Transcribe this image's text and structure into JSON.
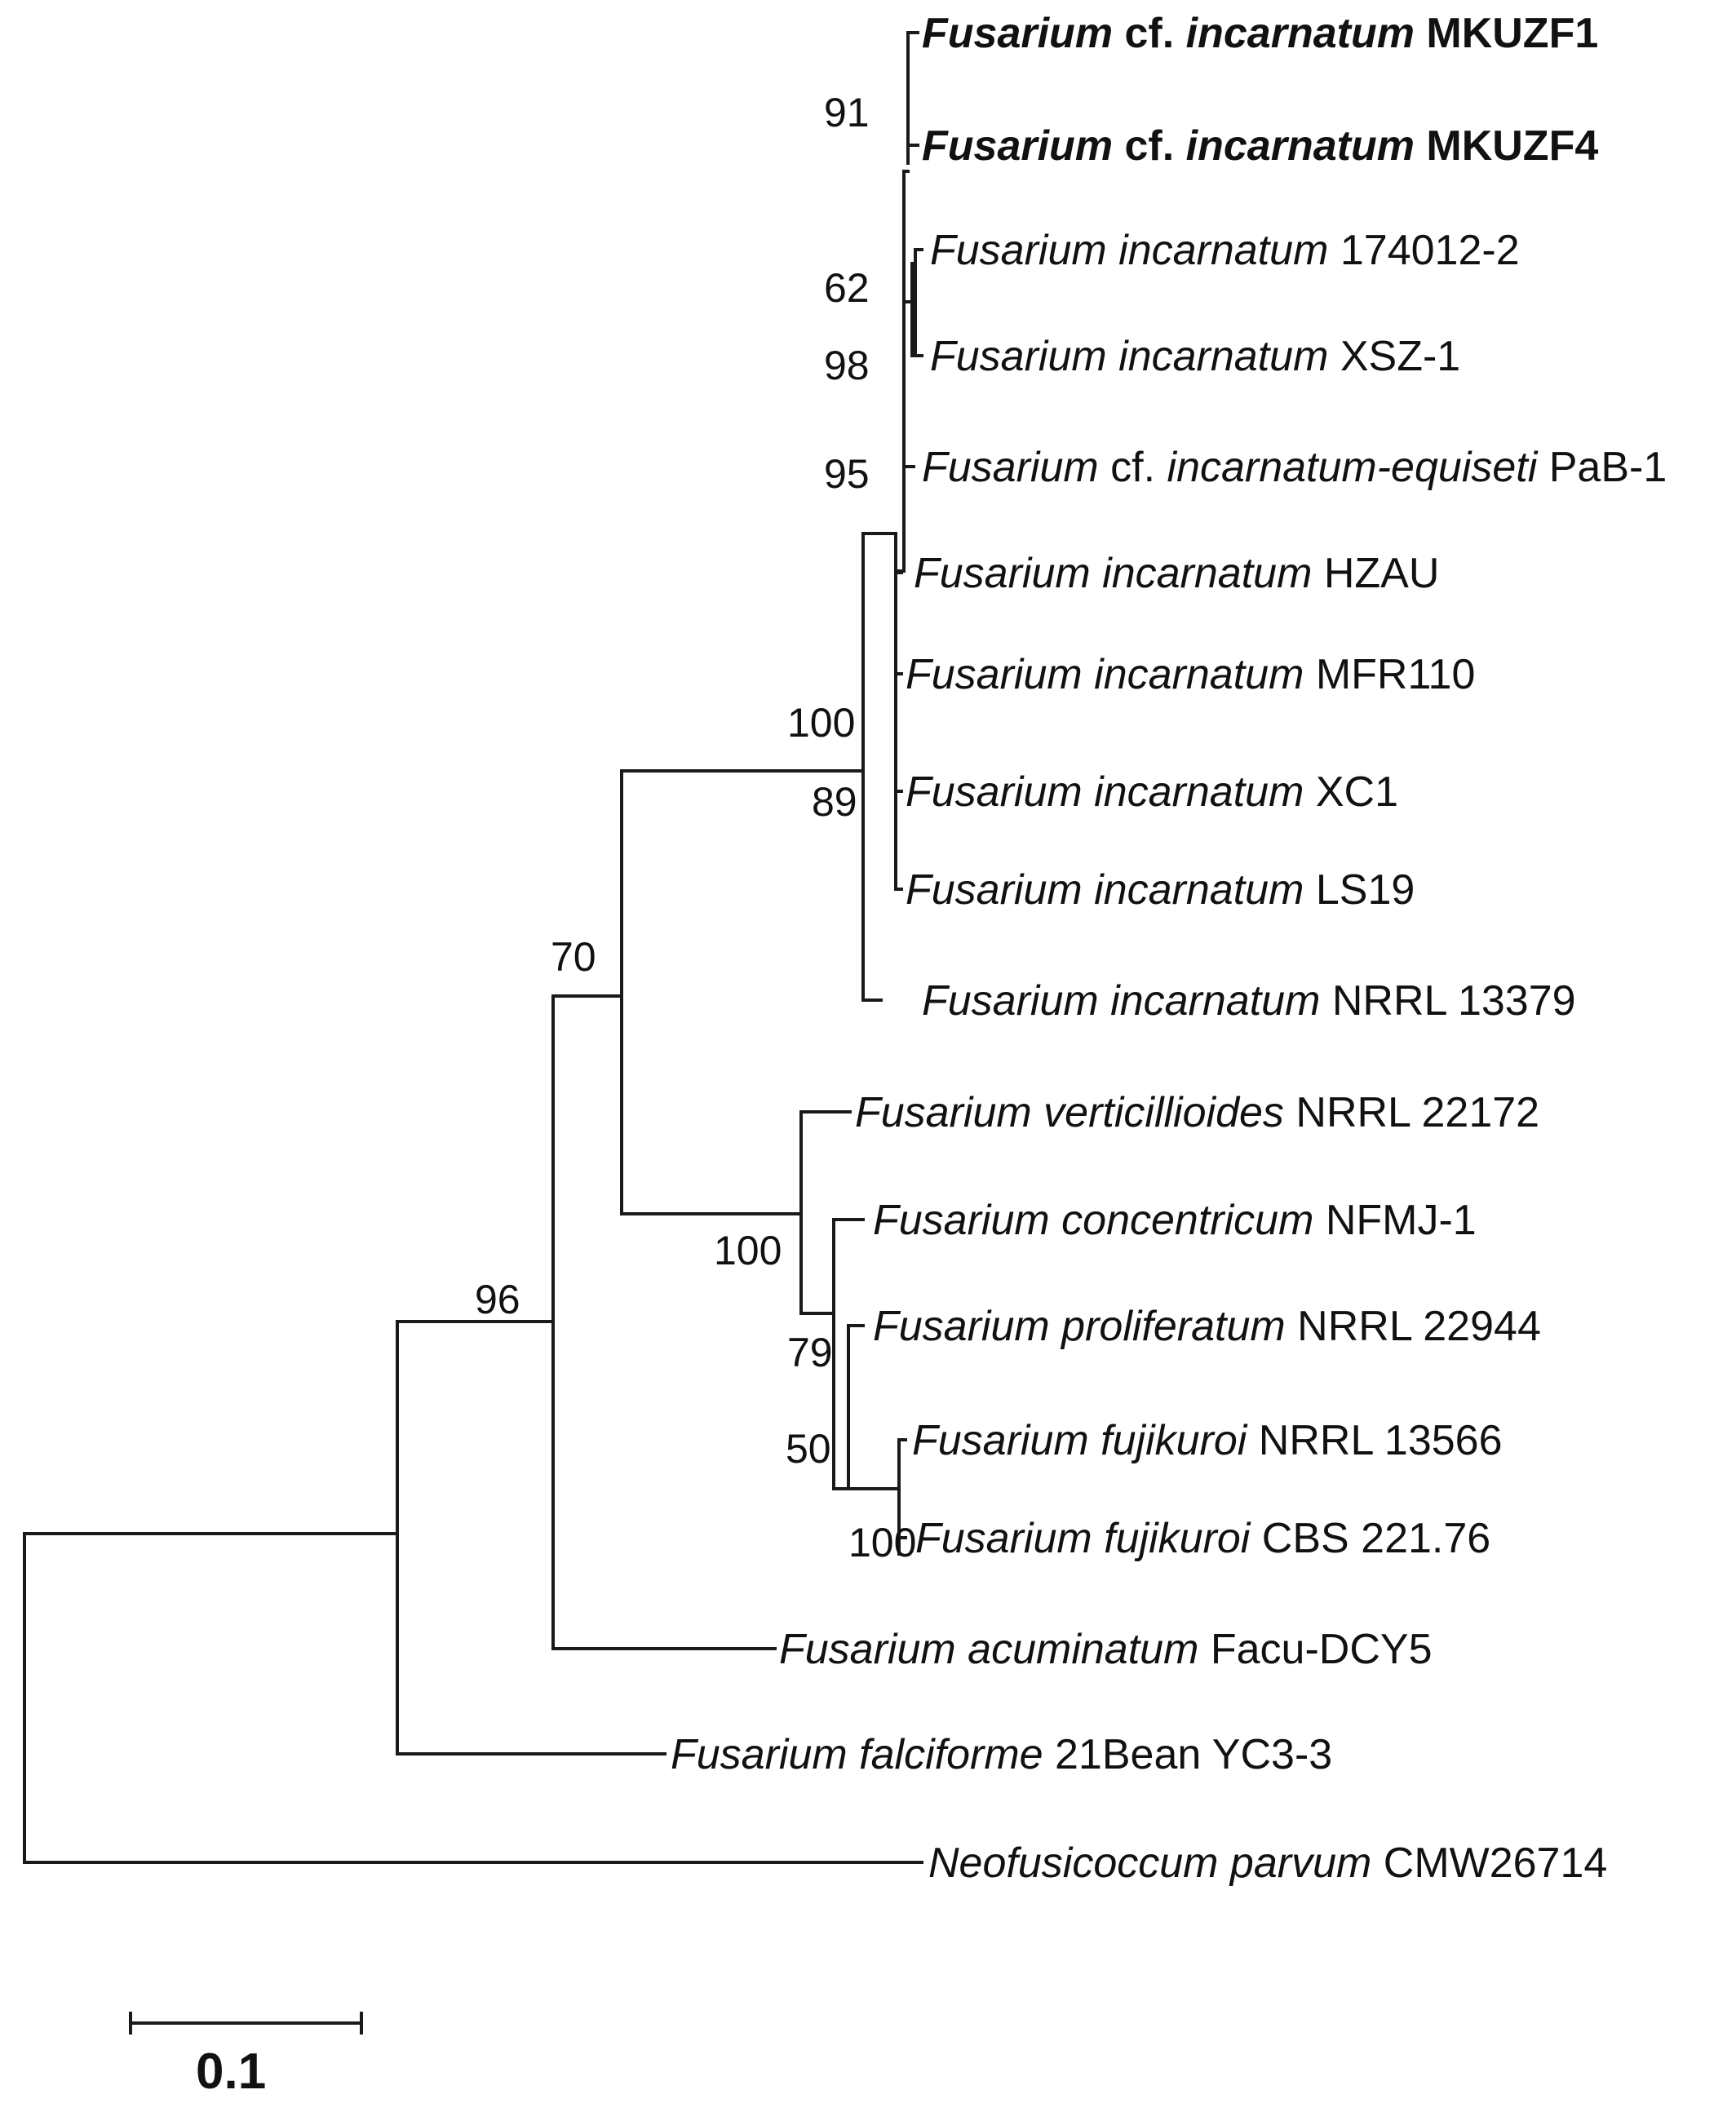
{
  "taxa": [
    {
      "id": "t1",
      "name": "Fusarium",
      "qualifier": "cf.",
      "epithet": "incarnatum",
      "strain": "MKUZF1",
      "bold": true
    },
    {
      "id": "t2",
      "name": "Fusarium",
      "qualifier": "cf.",
      "epithet": "incarnatum",
      "strain": "MKUZF4",
      "bold": true
    },
    {
      "id": "t3",
      "name": "Fusarium",
      "qualifier": "",
      "epithet": "incarnatum",
      "strain": "174012-2",
      "bold": false
    },
    {
      "id": "t4",
      "name": "Fusarium",
      "qualifier": "",
      "epithet": "incarnatum",
      "strain": "XSZ-1",
      "bold": false
    },
    {
      "id": "t5",
      "name": "Fusarium",
      "qualifier": "cf.",
      "epithet": "incarnatum-equiseti",
      "strain": "PaB-1",
      "bold": false
    },
    {
      "id": "t6",
      "name": "Fusarium",
      "qualifier": "",
      "epithet": "incarnatum",
      "strain": "HZAU",
      "bold": false
    },
    {
      "id": "t7",
      "name": "Fusarium",
      "qualifier": "",
      "epithet": "incarnatum",
      "strain": "MFR110",
      "bold": false
    },
    {
      "id": "t8",
      "name": "Fusarium",
      "qualifier": "",
      "epithet": "incarnatum",
      "strain": "XC1",
      "bold": false
    },
    {
      "id": "t9",
      "name": "Fusarium",
      "qualifier": "",
      "epithet": "incarnatum",
      "strain": "LS19",
      "bold": false
    },
    {
      "id": "t10",
      "name": "Fusarium",
      "qualifier": "",
      "epithet": "incarnatum",
      "strain": "NRRL 13379",
      "bold": false
    },
    {
      "id": "t11",
      "name": "Fusarium",
      "qualifier": "",
      "epithet": "verticillioides",
      "strain": "NRRL 22172",
      "bold": false
    },
    {
      "id": "t12",
      "name": "Fusarium",
      "qualifier": "",
      "epithet": "concentricum",
      "strain": "NFMJ-1",
      "bold": false
    },
    {
      "id": "t13",
      "name": "Fusarium",
      "qualifier": "",
      "epithet": "proliferatum",
      "strain": "NRRL 22944",
      "bold": false
    },
    {
      "id": "t14",
      "name": "Fusarium",
      "qualifier": "",
      "epithet": "fujikuroi",
      "strain": "NRRL 13566",
      "bold": false
    },
    {
      "id": "t15",
      "name": "Fusarium",
      "qualifier": "",
      "epithet": "fujikuroi",
      "strain": "CBS 221.76",
      "bold": false
    },
    {
      "id": "t16",
      "name": "Fusarium",
      "qualifier": "",
      "epithet": "acuminatum",
      "strain": "Facu-DCY5",
      "bold": false
    },
    {
      "id": "t17",
      "name": "Fusarium",
      "qualifier": "",
      "epithet": "falciforme",
      "strain": "21Bean YC3-3",
      "bold": false
    },
    {
      "id": "t18",
      "name": "Neofusicoccum",
      "qualifier": "",
      "epithet": "parvum",
      "strain": "CMW26714",
      "bold": false
    }
  ],
  "support_values": [
    "91",
    "62",
    "98",
    "95",
    "100",
    "89",
    "70",
    "100",
    "79",
    "50",
    "100",
    "96"
  ],
  "scale_bar": {
    "label": "0.1",
    "length": 0.1
  }
}
